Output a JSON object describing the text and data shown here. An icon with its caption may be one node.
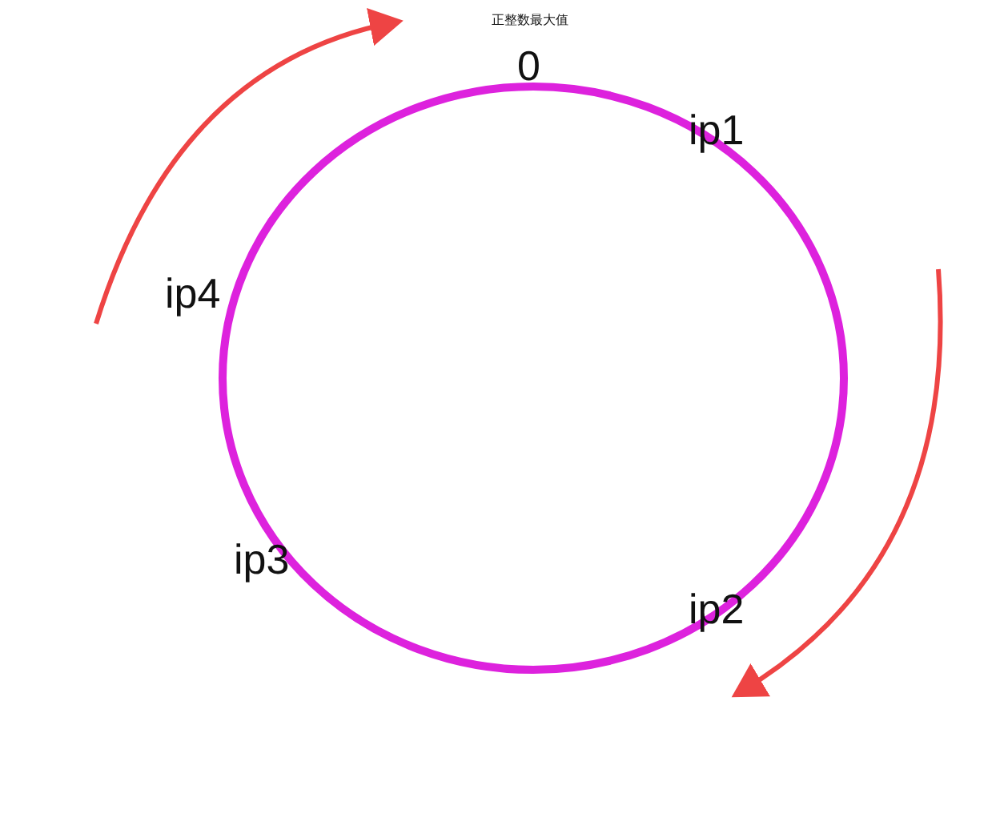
{
  "diagram": {
    "nodes": [
      {
        "text": [],
        "shape": "circle"
      }
    ],
    "labels": [
      "正整数最大值",
      "0",
      "ip1",
      "ip4",
      "ip3",
      "ip2"
    ]
  }
}
